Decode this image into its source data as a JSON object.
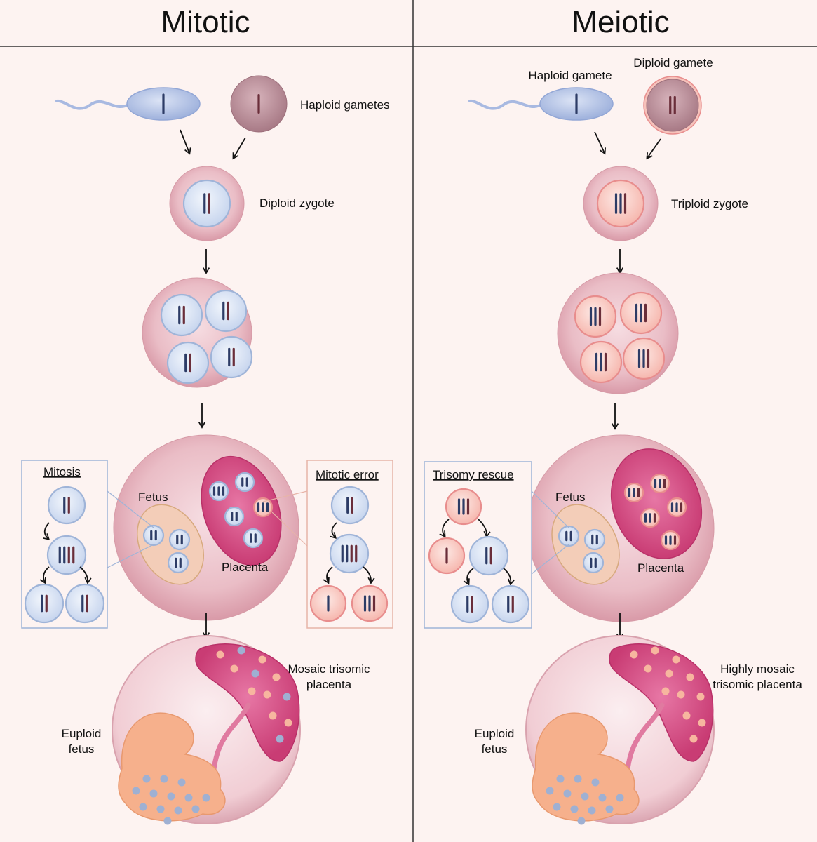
{
  "panels": {
    "left": {
      "title": "Mitotic",
      "gametes_label": "Haploid gametes",
      "zygote_label": "Diploid zygote",
      "fetus_label": "Fetus",
      "placenta_label": "Placenta",
      "inset_left_title": "Mitosis",
      "inset_right_title": "Mitotic error",
      "outcome_fetus_line1": "Euploid",
      "outcome_fetus_line2": "fetus",
      "outcome_placenta_line1": "Mosaic trisomic",
      "outcome_placenta_line2": "placenta"
    },
    "right": {
      "title": "Meiotic",
      "gamete1_label": "Haploid gamete",
      "gamete2_label": "Diploid gamete",
      "zygote_label": "Triploid zygote",
      "fetus_label": "Fetus",
      "placenta_label": "Placenta",
      "inset_title": "Trisomy rescue",
      "outcome_fetus_line1": "Euploid",
      "outcome_fetus_line2": "fetus",
      "outcome_placenta_line1": "Highly mosaic",
      "outcome_placenta_line2": "trisomic placenta"
    }
  },
  "colors": {
    "background": "#fdf3f1",
    "outer_cell": "#e7b7c0",
    "diploid_cell": "#dde7f6",
    "diploid_cell_edge": "#9fb4d8",
    "trisomic_cell": "#fbd5cf",
    "trisomic_cell_edge": "#e88d8d",
    "placenta": "#d94f86",
    "fetus_zone": "#f3cdb8",
    "embryo": "#f6b08c",
    "chrom_blue": "#2d3c66",
    "chrom_red": "#6a2e3a"
  }
}
